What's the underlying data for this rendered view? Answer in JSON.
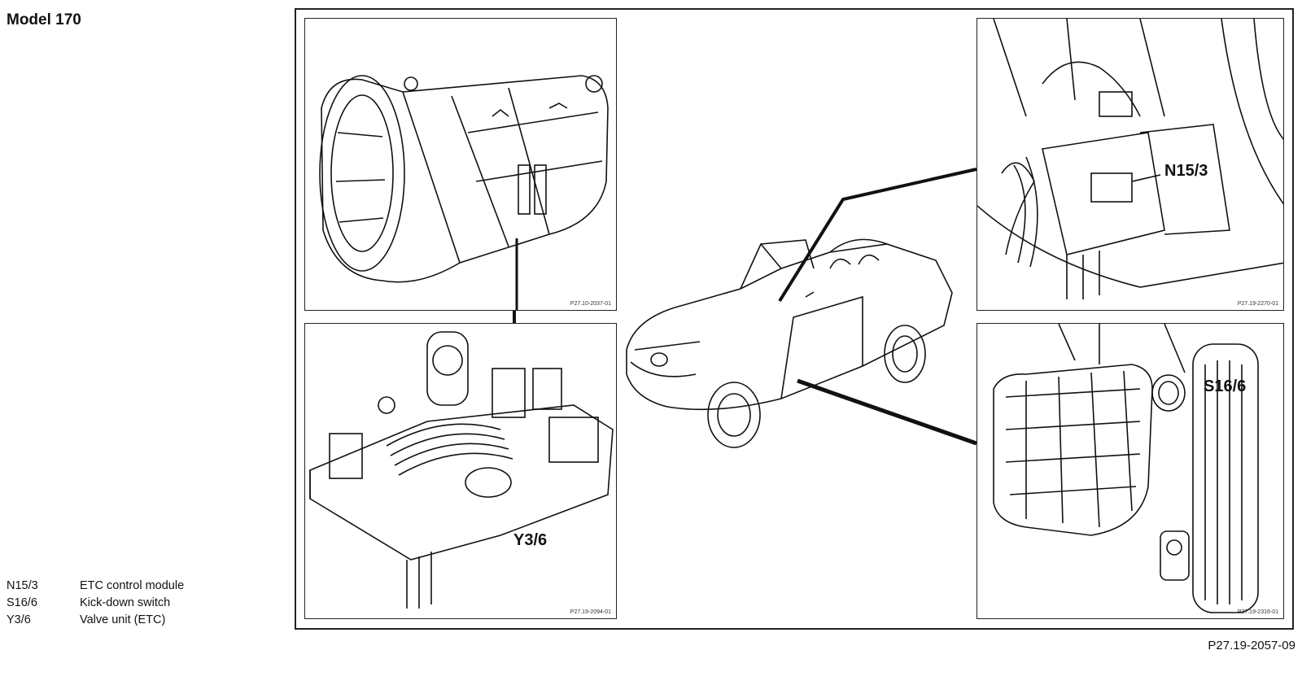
{
  "header": {
    "model_title": "Model 170"
  },
  "legend": [
    {
      "code": "N15/3",
      "description": "ETC control module"
    },
    {
      "code": "S16/6",
      "description": "Kick-down switch"
    },
    {
      "code": "Y3/6",
      "description": "Valve unit (ETC)"
    }
  ],
  "figure_code": "P27.19-2057-09",
  "panels": {
    "transmission": {
      "ref": "P27.10-2037-01"
    },
    "valve_unit": {
      "ref": "P27.19-2094-01",
      "callout": "Y3/6"
    },
    "control_module": {
      "ref": "P27.19-2270-01",
      "callout": "N15/3"
    },
    "kickdown": {
      "ref": "P27.19-2316-01",
      "callout": "S16/6"
    }
  }
}
